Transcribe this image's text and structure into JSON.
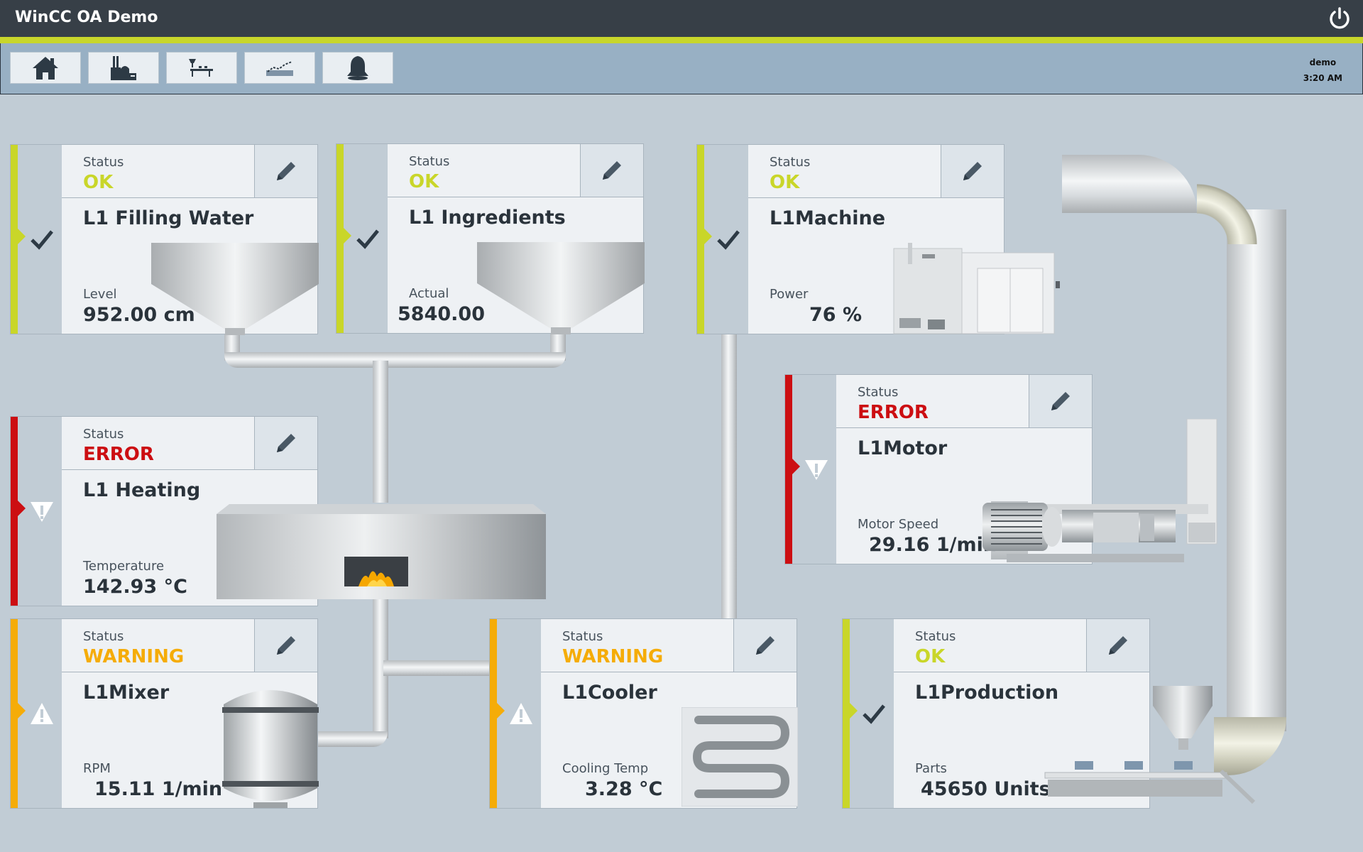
{
  "app": {
    "title": "WinCC OA Demo",
    "user": "demo",
    "time": "3:20 AM"
  },
  "toolbar": {
    "buttons": [
      "home-icon",
      "plant-icon",
      "conveyor-icon",
      "trend-icon",
      "bell-icon"
    ]
  },
  "colors": {
    "ok": "#c9d629",
    "error": "#cc0e12",
    "warning": "#f5ac08"
  },
  "panels": {
    "filling": {
      "status_label": "Status",
      "status": "OK",
      "name": "L1 Filling Water",
      "metric_label": "Level",
      "metric_value": "952.00",
      "unit": "cm"
    },
    "ingredients": {
      "status_label": "Status",
      "status": "OK",
      "name": "L1 Ingredients",
      "metric_label": "Actual",
      "metric_value": "5840.00",
      "unit": ""
    },
    "machine": {
      "status_label": "Status",
      "status": "OK",
      "name": "L1Machine",
      "metric_label": "Power",
      "metric_value": "76",
      "unit": "%"
    },
    "motor": {
      "status_label": "Status",
      "status": "ERROR",
      "name": "L1Motor",
      "metric_label": "Motor Speed",
      "metric_value": "29.16",
      "unit": "1/min"
    },
    "heating": {
      "status_label": "Status",
      "status": "ERROR",
      "name": "L1 Heating",
      "metric_label": "Temperature",
      "metric_value": "142.93",
      "unit": "°C"
    },
    "mixer": {
      "status_label": "Status",
      "status": "WARNING",
      "name": "L1Mixer",
      "metric_label": "RPM",
      "metric_value": "15.11",
      "unit": "1/min"
    },
    "cooler": {
      "status_label": "Status",
      "status": "WARNING",
      "name": "L1Cooler",
      "metric_label": "Cooling Temp",
      "metric_value": "3.28",
      "unit": "°C"
    },
    "production": {
      "status_label": "Status",
      "status": "OK",
      "name": "L1Production",
      "metric_label": "Parts",
      "metric_value": "45650",
      "unit": "Units"
    }
  }
}
